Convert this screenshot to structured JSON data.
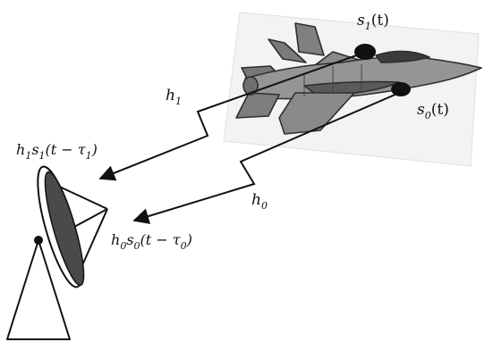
{
  "labels": {
    "h1": {
      "base": "h",
      "sub": "1"
    },
    "h0": {
      "base": "h",
      "sub": "0"
    },
    "s1": {
      "s": "s",
      "sub": "1",
      "arg": "(t)"
    },
    "s0": {
      "s": "s",
      "sub": "0",
      "arg": "(t)"
    },
    "rx1": {
      "h": "h",
      "hsub": "1",
      "s": "s",
      "ssub": "1",
      "open": "(t − τ",
      "tsub": "1",
      "close": ")"
    },
    "rx0": {
      "h": "h",
      "hsub": "0",
      "s": "s",
      "ssub": "0",
      "open": "(t − τ",
      "tsub": "0",
      "close": ")"
    }
  },
  "icons": {
    "aircraft": "fighter-jet-icon",
    "radar": "radar-dish-icon"
  },
  "colors": {
    "aircraft_body": "#8a8a8a",
    "aircraft_dark": "#3a3a3a",
    "dish_fill": "#4a4a4a",
    "ink": "#111111",
    "photo_background": "#f2f2f2"
  }
}
